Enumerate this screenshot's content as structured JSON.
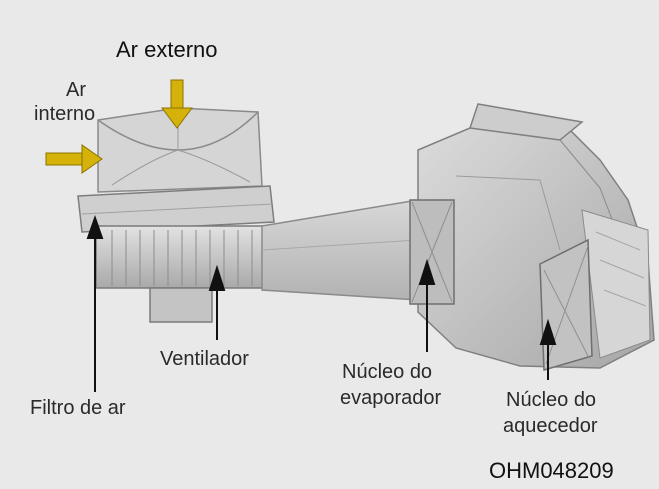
{
  "labels": {
    "external_air": "Ar externo",
    "internal_air_line1": "Ar",
    "internal_air_line2": "interno",
    "blower": "Ventilador",
    "air_filter": "Filtro de ar",
    "evaporator_line1": "Núcleo do",
    "evaporator_line2": "evaporador",
    "heater_line1": "Núcleo do",
    "heater_line2": "aquecedor",
    "figure_code": "OHM048209"
  },
  "colors": {
    "background": "#e9e9e9",
    "housing": "#c9c9c9",
    "housing_dark": "#8f8f8f",
    "arrow_air": "#d4b20a",
    "pointer": "#111111"
  }
}
